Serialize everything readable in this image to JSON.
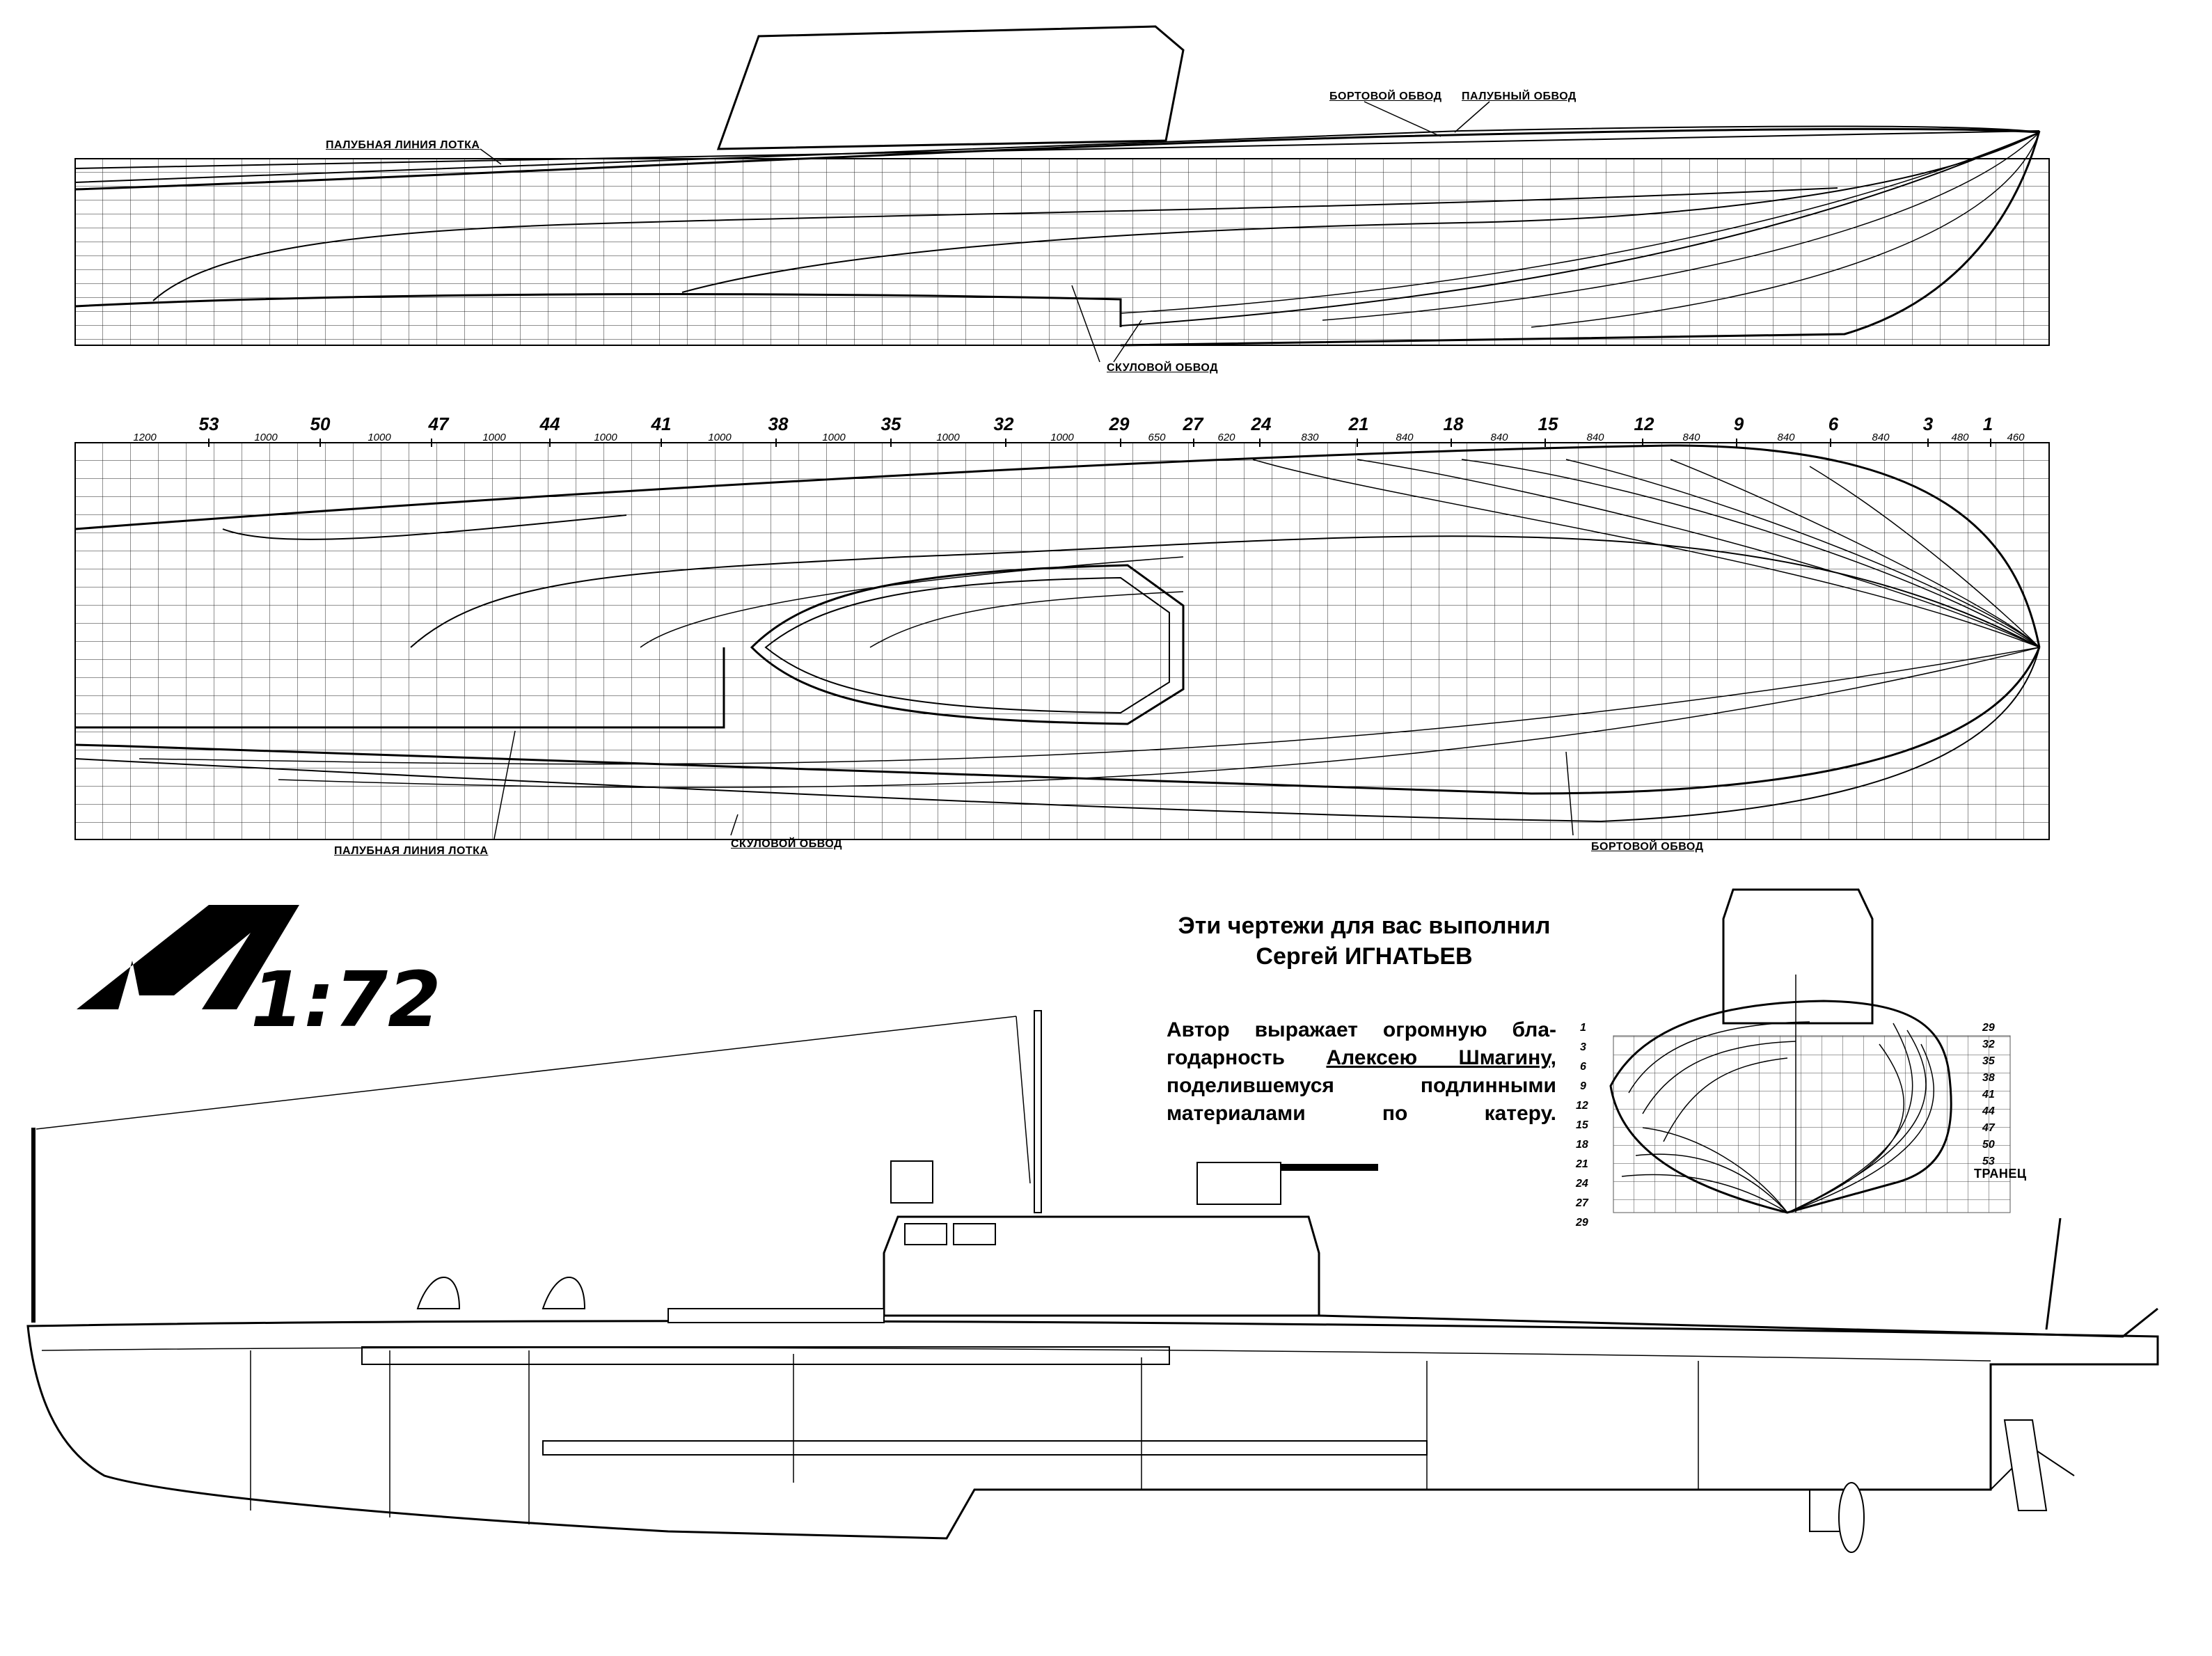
{
  "labels": {
    "top_deck_line": "ПАЛУБНАЯ ЛИНИЯ ЛОТКА",
    "top_side_outline": "БОРТОВОЙ ОБВОД",
    "top_deck_outline": "ПАЛУБНЫЙ ОБВОД",
    "top_chine": "СКУЛОВОЙ ОБВОД",
    "plan_deck_line": "ПАЛУБНАЯ ЛИНИЯ ЛОТКА",
    "plan_chine": "СКУЛОВОЙ ОБВОД",
    "plan_side_outline": "БОРТОВОЙ ОБВОД",
    "transom": "ТРАНЕЦ"
  },
  "stations": [
    "53",
    "50",
    "47",
    "44",
    "41",
    "38",
    "35",
    "32",
    "29",
    "27",
    "24",
    "21",
    "18",
    "15",
    "12",
    "9",
    "6",
    "3",
    "1"
  ],
  "spacings": [
    "1200",
    "1000",
    "1000",
    "1000",
    "1000",
    "1000",
    "1000",
    "1000",
    "1000",
    "650",
    "620",
    "830",
    "840",
    "840",
    "840",
    "840",
    "840",
    "840",
    "480",
    "460"
  ],
  "body_plan": {
    "left": [
      "1",
      "3",
      "6",
      "9",
      "12",
      "15",
      "18",
      "21",
      "24",
      "27",
      "29"
    ],
    "right": [
      "29",
      "32",
      "35",
      "38",
      "41",
      "44",
      "47",
      "50",
      "53"
    ]
  },
  "logo": {
    "letter": "M",
    "scale": "1:72"
  },
  "credit": {
    "line1": "Эти чертежи для вас выполнил",
    "line2": "Сергей ИГНАТЬЕВ",
    "thanks1": "Автор выражает огромную бла-",
    "thanks2a": "годарность ",
    "thanks2b": "Алексею Шмагину,",
    "thanks3": "поделившемуся подлинными",
    "thanks4": "материалами по катеру."
  }
}
